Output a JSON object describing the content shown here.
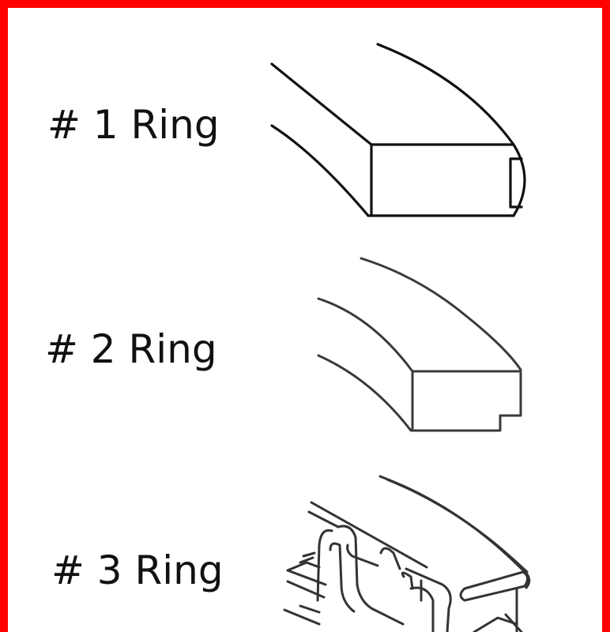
{
  "frame": {
    "border_color": "#fe0000",
    "background": "#ffffff"
  },
  "rings": [
    {
      "label": "# 1 Ring",
      "icon": "compression-ring-rounded-face-icon"
    },
    {
      "label": "# 2 Ring",
      "icon": "scraper-ring-stepped-face-icon"
    },
    {
      "label": "# 3 Ring",
      "icon": "oil-control-ring-expander-icon"
    }
  ]
}
